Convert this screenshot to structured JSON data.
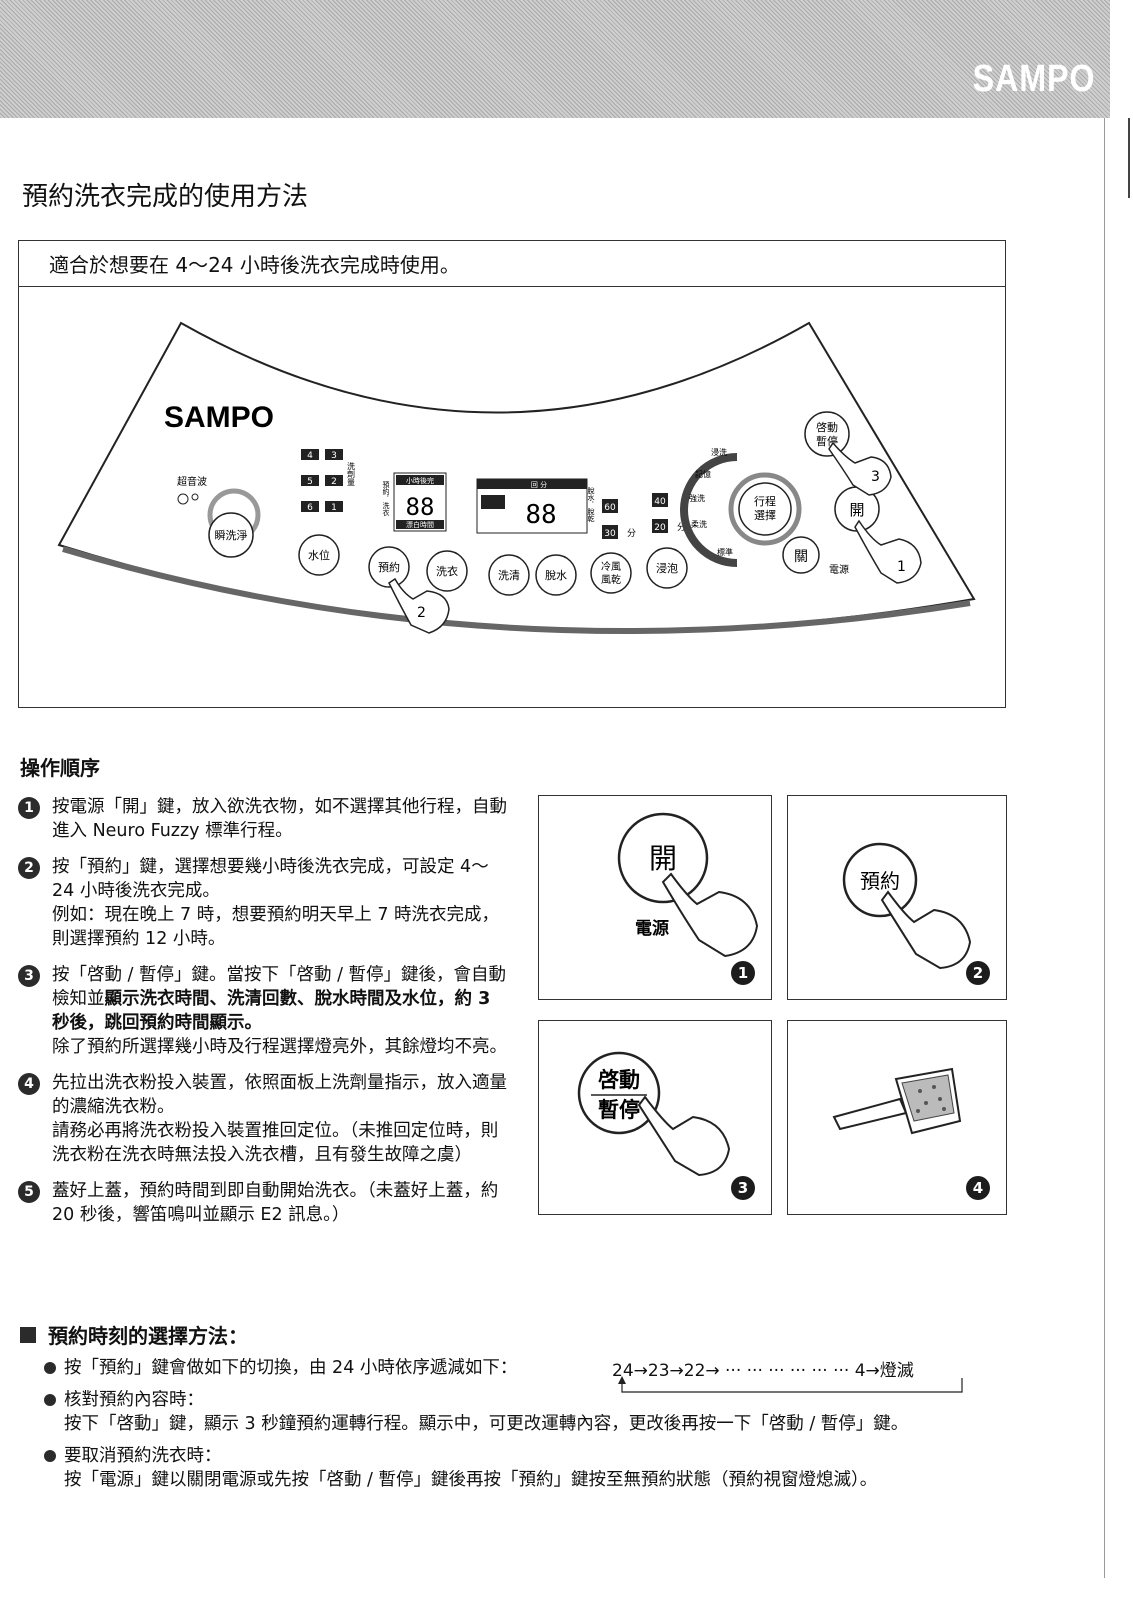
{
  "header": {
    "brand": "SAMPO"
  },
  "page_title": "預約洗衣完成的使用方法",
  "figure": {
    "caption": "適合於想要在 4～24 小時後洗衣完成時使用。",
    "panel": {
      "brand": "SAMPO",
      "ultrasonic_label": "超音波",
      "clean_button": "瞬洗淨",
      "detergent_levels": [
        "4",
        "3",
        "5",
        "2",
        "6",
        "1"
      ],
      "detergent_label": "洗劑量",
      "timer_header": "小時後完",
      "timer_side": "預約．洗衣",
      "timer_digits": "88",
      "timer_footer": "漂白時間",
      "time_label": "回 分",
      "time_digits": "88",
      "time_side": "脫水．脫乾",
      "temp_a_top": "60",
      "temp_a_bottom": "30",
      "temp_unit": "分",
      "temp_b_top": "40",
      "temp_b_bottom": "20",
      "course_items": [
        "浸洗",
        "記憶",
        "強洗",
        "柔洗",
        "標準"
      ],
      "course_button": "行程選擇",
      "start_button": "啓動暫停",
      "on_button": "開",
      "off_button": "關",
      "power_label": "電源",
      "buttons": [
        "水位",
        "預約",
        "洗衣",
        "洗清",
        "脫水",
        "冷風風乾",
        "浸泡"
      ],
      "callouts": [
        "1",
        "2",
        "3"
      ]
    }
  },
  "procedure": {
    "heading": "操作順序",
    "steps": [
      {
        "num": "1",
        "text": "按電源「開」鍵，放入欲洗衣物，如不選擇其他行程，自動進入 Neuro Fuzzy 標準行程。"
      },
      {
        "num": "2",
        "text": "按「預約」鍵，選擇想要幾小時後洗衣完成，可設定 4～24 小時後洗衣完成。",
        "extra": "例如：現在晚上 7 時，想要預約明天早上 7 時洗衣完成，則選擇預約 12 小時。"
      },
      {
        "num": "3",
        "text_a": "按「啓動 / 暫停」鍵。當按下「啓動 / 暫停」鍵後，會自動檢知並",
        "text_bold": "顯示洗衣時間、洗清回數、脫水時間及水位，約 3 秒後，跳回預約時間顯示。",
        "text_b": "除了預約所選擇幾小時及行程選擇燈亮外，其餘燈均不亮。"
      },
      {
        "num": "4",
        "text": "先拉出洗衣粉投入裝置，依照面板上洗劑量指示，放入適量的濃縮洗衣粉。",
        "extra": "請務必再將洗衣粉投入裝置推回定位。（未推回定位時，則洗衣粉在洗衣時無法投入洗衣槽，且有發生故障之虞）"
      },
      {
        "num": "5",
        "text": "蓋好上蓋，預約時間到即自動開始洗衣。（未蓋好上蓋，約 20 秒後，響笛鳴叫並顯示 E2 訊息。）"
      }
    ]
  },
  "pictures": [
    {
      "num": "1",
      "button": "開",
      "label": "電源"
    },
    {
      "num": "2",
      "button": "預約"
    },
    {
      "num": "3",
      "button_top": "啓動",
      "button_bottom": "暫停"
    },
    {
      "num": "4"
    }
  ],
  "selection": {
    "heading": "預約時刻的選擇方法：",
    "bullets": [
      {
        "title": "按「預約」鍵會做如下的切換，由 24 小時依序遞減如下："
      },
      {
        "title": "核對預約內容時：",
        "body": "按下「啓動」鍵，顯示 3 秒鐘預約運轉行程。顯示中，可更改運轉內容，更改後再按一下「啓動 / 暫停」鍵。"
      },
      {
        "title": "要取消預約洗衣時：",
        "body": "按「電源」鍵以關閉電源或先按「啓動 / 暫停」鍵後再按「預約」鍵按至無預約狀態（預約視窗燈熄滅）。"
      }
    ],
    "sequence": "24→23→22→ ··· ··· ··· ··· ··· ··· 4→燈滅"
  }
}
